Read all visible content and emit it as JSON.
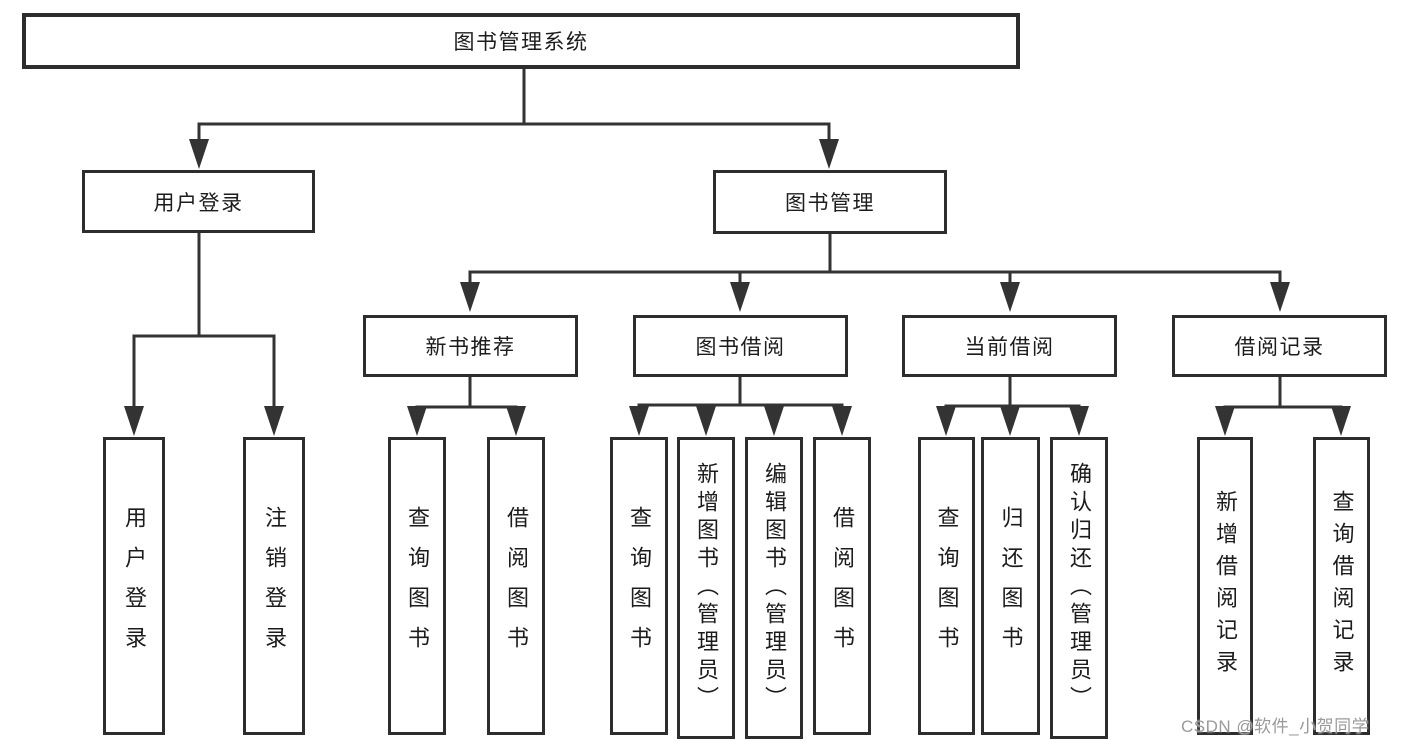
{
  "tree": {
    "root": {
      "label": "图书管理系统"
    },
    "branches": [
      {
        "label": "用户登录",
        "children": [
          {
            "label": "用户登录"
          },
          {
            "label": "注销登录"
          }
        ]
      },
      {
        "label": "图书管理",
        "children": [
          {
            "label": "新书推荐",
            "children": [
              {
                "label": "查询图书"
              },
              {
                "label": "借阅图书"
              }
            ]
          },
          {
            "label": "图书借阅",
            "children": [
              {
                "label": "查询图书"
              },
              {
                "label": "新增图书（管理员）"
              },
              {
                "label": "编辑图书（管理员）"
              },
              {
                "label": "借阅图书"
              }
            ]
          },
          {
            "label": "当前借阅",
            "children": [
              {
                "label": "查询图书"
              },
              {
                "label": "归还图书"
              },
              {
                "label": "确认归还（管理员）"
              }
            ]
          },
          {
            "label": "借阅记录",
            "children": [
              {
                "label": "新增借阅记录"
              },
              {
                "label": "查询借阅记录"
              }
            ]
          }
        ]
      }
    ]
  },
  "watermark": {
    "text": "CSDN @软件_小贺同学"
  },
  "colors": {
    "line": "#333333",
    "box_border": "#2d2d2d",
    "text": "#1c1c1c",
    "watermark": "#9a9a9a",
    "background": "#ffffff"
  }
}
